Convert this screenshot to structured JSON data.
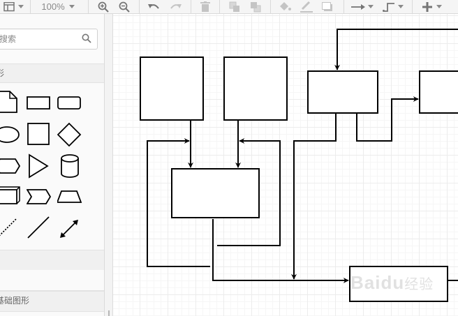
{
  "toolbar": {
    "zoom_level": "100%"
  },
  "sidebar": {
    "search": {
      "placeholder": "搜索"
    },
    "sections": [
      {
        "label": "图形",
        "visible_label": "形"
      },
      {
        "label": ""
      },
      {
        "label": "更多基础图形",
        "visible_label": "基础图形"
      }
    ],
    "shapes": [
      "note-shape-icon",
      "rectangle-shape-icon",
      "rounded-rectangle-shape-icon",
      "ellipse-shape-icon",
      "square-shape-icon",
      "diamond-shape-icon",
      "hexagon-shape-icon",
      "triangle-shape-icon",
      "cylinder-shape-icon",
      "cube-shape-icon",
      "step-shape-icon",
      "trapezoid-shape-icon",
      "dotted-line-shape-icon",
      "line-shape-icon",
      "bidirectional-arrow-shape-icon"
    ]
  },
  "canvas": {
    "watermark_text_latin": "Baidu",
    "watermark_text_cn": "经验",
    "stroke_color": "#000000"
  },
  "colors": {
    "toolbar_bg": "#f5f5f5",
    "sidebar_bg": "#fafafa",
    "icon_gray": "#757575"
  }
}
